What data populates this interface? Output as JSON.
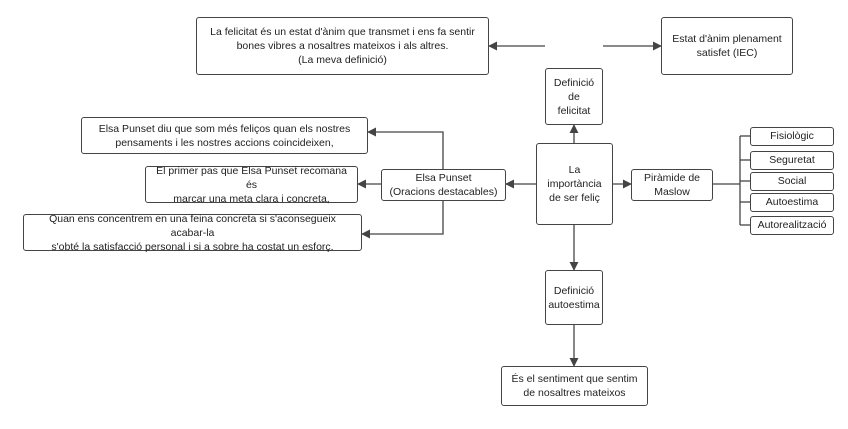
{
  "nodes": {
    "center": "La importància\nde ser feliç",
    "def_felicitat": "Definició\nde felicitat",
    "felicitat_propia": "La felicitat és un estat d'ànim que transmet i ens fa sentir\nbones vibres a nosaltres mateixos i als altres.\n(La meva definició)",
    "felicitat_iec": "Estat d'ànim plenament\nsatisfet (IEC)",
    "elsa": "Elsa Punset\n(Oracions destacables)",
    "elsa_1": "Elsa Punset diu que som més feliços quan els nostres\npensaments i les nostres accions coincideixen,",
    "elsa_2": "El primer pas que Elsa Punset recomana és\nmarcar una meta clara i concreta,",
    "elsa_3": "Quan ens concentrem en una feina concreta si s'aconsegueix acabar-la\ns'obté la satisfacció personal i si a sobre ha costat un esforç.",
    "maslow": "Piràmide de\nMaslow",
    "def_autoestima": "Definició\nautoestima",
    "autoestima_def": "És el sentiment que sentim\nde nosaltres mateixos"
  },
  "maslow_levels": [
    "Fisiològic",
    "Seguretat",
    "Social",
    "Autoestima",
    "Autorealització"
  ]
}
